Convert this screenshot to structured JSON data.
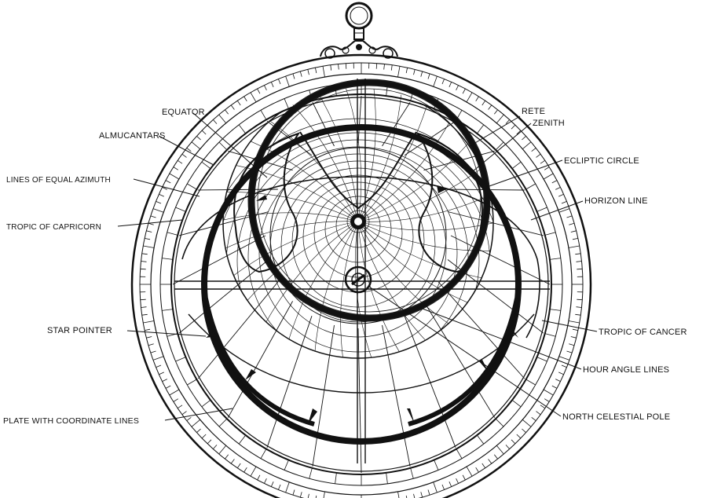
{
  "diagram": {
    "labels": {
      "equator": "EQUATOR",
      "almucantars": "ALMUCANTARS",
      "lines_equal_azimuth": "LINES OF EQUAL AZIMUTH",
      "tropic_capricorn": "TROPIC OF CAPRICORN",
      "star_pointer": "STAR POINTER",
      "plate_coordinate_lines": "PLATE WITH COORDINATE LINES",
      "rete": "RETE",
      "zenith": "ZENITH",
      "ecliptic_circle": "ECLIPTIC CIRCLE",
      "horizon_line": "HORIZON LINE",
      "tropic_cancer": "TROPIC OF CANCER",
      "hour_angle_lines": "HOUR ANGLE LINES",
      "north_celestial_pole": "NORTH CELESTIAL POLE"
    }
  }
}
